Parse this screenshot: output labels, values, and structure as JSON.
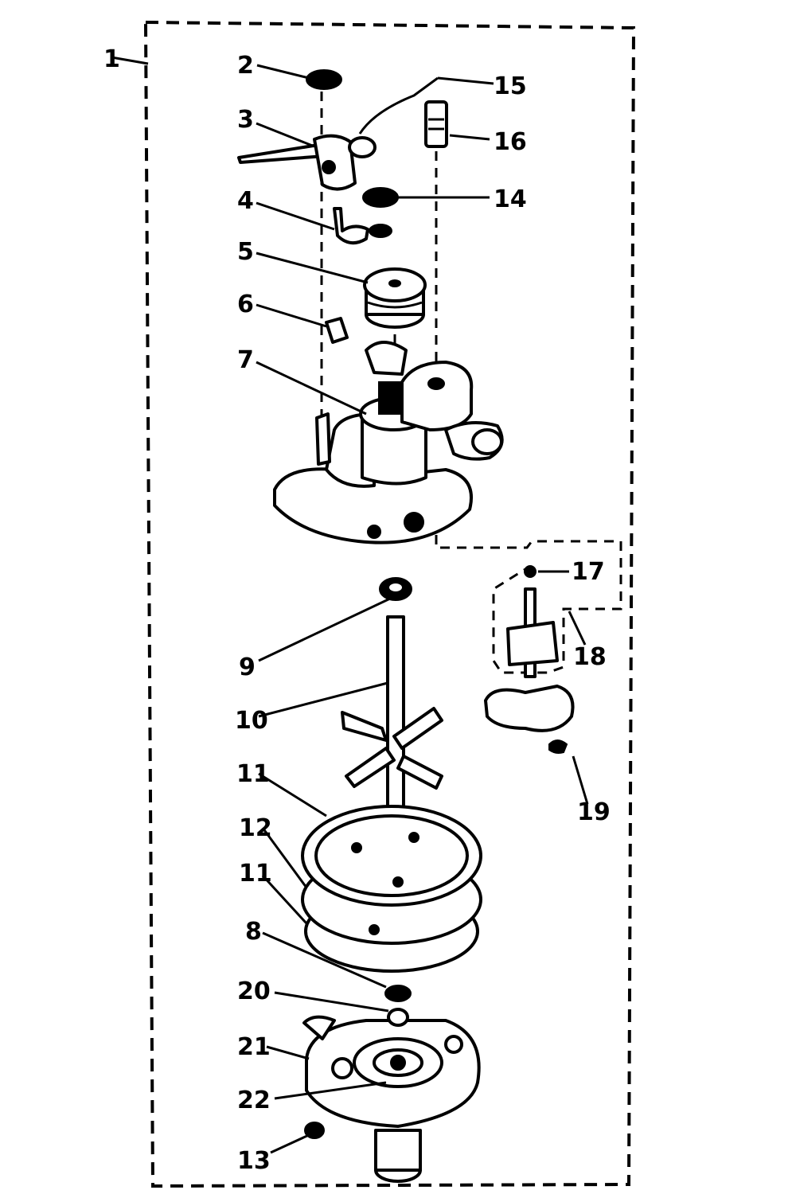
{
  "colors": {
    "ink": "#000000",
    "paper": "#ffffff"
  },
  "callouts": [
    {
      "id": "1",
      "text": "1"
    },
    {
      "id": "2",
      "text": "2"
    },
    {
      "id": "3",
      "text": "3"
    },
    {
      "id": "4",
      "text": "4"
    },
    {
      "id": "5",
      "text": "5"
    },
    {
      "id": "6",
      "text": "6"
    },
    {
      "id": "7",
      "text": "7"
    },
    {
      "id": "8",
      "text": "8"
    },
    {
      "id": "9",
      "text": "9"
    },
    {
      "id": "10",
      "text": "10"
    },
    {
      "id": "11a",
      "text": "11"
    },
    {
      "id": "11b",
      "text": "11"
    },
    {
      "id": "12",
      "text": "12"
    },
    {
      "id": "13",
      "text": "13"
    },
    {
      "id": "14",
      "text": "14"
    },
    {
      "id": "15",
      "text": "15"
    },
    {
      "id": "16",
      "text": "16"
    },
    {
      "id": "17",
      "text": "17"
    },
    {
      "id": "18",
      "text": "18"
    },
    {
      "id": "19",
      "text": "19"
    },
    {
      "id": "20",
      "text": "20"
    },
    {
      "id": "21",
      "text": "21"
    },
    {
      "id": "22",
      "text": "22"
    }
  ]
}
